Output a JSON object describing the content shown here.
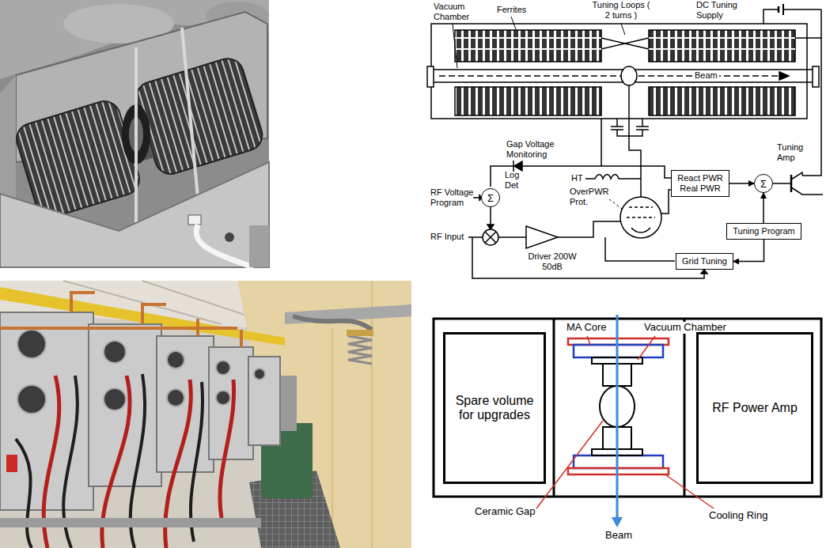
{
  "diagram": {
    "nodes": [
      {
        "text": [
          "Σ"
        ]
      },
      {
        "text": [
          "React PWR",
          "Real PWR"
        ]
      },
      {
        "text": [
          "Σ"
        ]
      },
      {
        "text": [
          "Tuning Program"
        ]
      },
      {
        "text": [
          "Grid Tuning"
        ]
      },
      {
        "text": [
          "Spare volume for upgrades"
        ]
      },
      {
        "text": [
          "RF Power Amp"
        ]
      }
    ],
    "edges": [
      {
        "from": 1,
        "to": 2,
        "arrow": "to"
      },
      {
        "from": 3,
        "to": 2,
        "arrow": "to"
      },
      {
        "from": 3,
        "to": 4,
        "arrow": "to"
      }
    ],
    "labels": [
      "Vacuum Chamber",
      "Ferrites",
      "Tuning Loops ( 2 turns )",
      "DC Tuning Supply",
      "Beam",
      "Gap Voltage Monitoring",
      "Log Det",
      "RF Voltage Program",
      "HT",
      "OverPWR Prot.",
      "Tuning Amp",
      "RF Input",
      "Driver 200W 50dB",
      "MA Core",
      "Vacuum Chamber",
      "Ceramic Gap",
      "Cooling Ring",
      "Beam"
    ]
  }
}
